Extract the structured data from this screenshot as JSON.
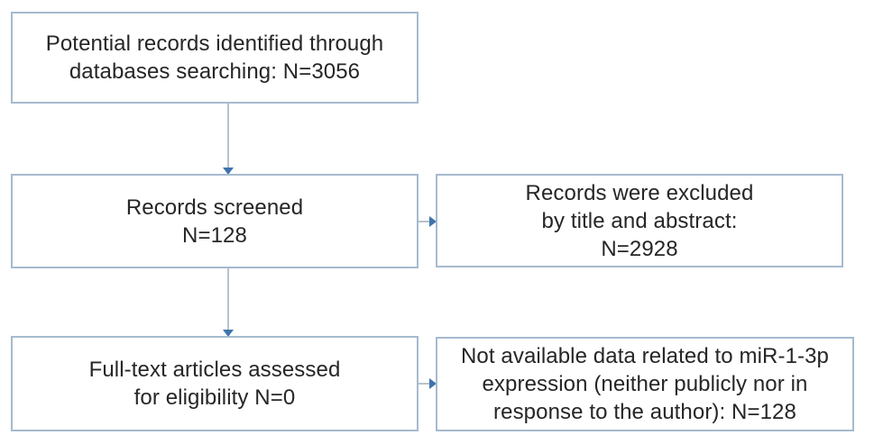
{
  "diagram": {
    "type": "flowchart",
    "boxes": {
      "identified": {
        "lines": [
          "Potential records identified through",
          "databases searching: N=3056"
        ],
        "n": 3056
      },
      "screened": {
        "lines": [
          "Records screened",
          "N=128"
        ],
        "n": 128
      },
      "excluded_title_abstract": {
        "lines": [
          "Records were excluded",
          "by title and abstract:",
          "N=2928"
        ],
        "n": 2928
      },
      "fulltext_assessed": {
        "lines": [
          "Full-text articles assessed",
          "for eligibility N=0"
        ],
        "n": 0
      },
      "excluded_no_data": {
        "lines": [
          "Not available data related to miR-1-3p",
          "expression (neither publicly nor in",
          "response to the author): N=128"
        ],
        "n": 128
      }
    },
    "colors": {
      "box_border": "#a6bacf",
      "box_background": "#ffffff",
      "text": "#262626",
      "connector_line": "#b9c2cb",
      "arrowhead": "#3f74ad"
    }
  }
}
